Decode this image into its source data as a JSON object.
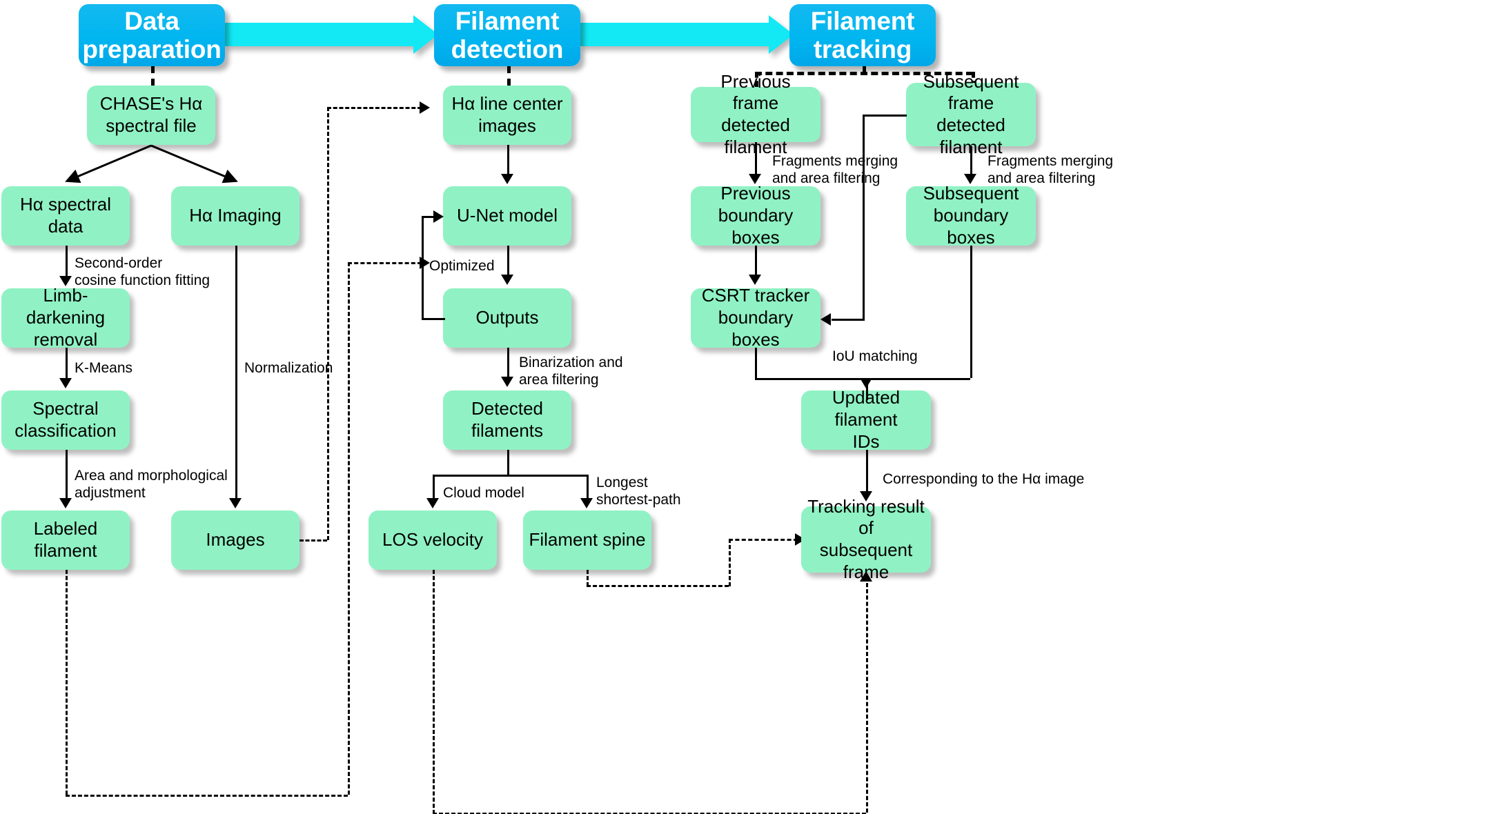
{
  "diagram": {
    "title": "Filament detection and tracking pipeline",
    "colors": {
      "stage_blue": "#00b6f0",
      "node_green": "#90f2c4",
      "arrow_cyan": "#12e9f5",
      "line_black": "#000000",
      "background": "#ffffff"
    }
  },
  "stages": [
    {
      "id": "data-preparation",
      "label": "Data\npreparation"
    },
    {
      "id": "filament-detection",
      "label": "Filament\ndetection"
    },
    {
      "id": "filament-tracking",
      "label": "Filament\ntracking"
    }
  ],
  "column_data_preparation": {
    "nodes": [
      {
        "id": "chase-spectral-file",
        "label": "CHASE's Hα\nspectral file"
      },
      {
        "id": "ha-spectral-data",
        "label": "Hα spectral data"
      },
      {
        "id": "ha-imaging",
        "label": "Hα Imaging"
      },
      {
        "id": "limb-darkening-removal",
        "label": "Limb-darkening\nremoval"
      },
      {
        "id": "spectral-classification",
        "label": "Spectral\nclassification"
      },
      {
        "id": "labeled-filament",
        "label": "Labeled filament"
      },
      {
        "id": "images",
        "label": "Images"
      }
    ],
    "edge_labels": [
      {
        "id": "second-order-cosine",
        "label": "Second-order\ncosine function fitting"
      },
      {
        "id": "k-means",
        "label": "K-Means"
      },
      {
        "id": "area-morphological",
        "label": "Area and morphological\nadjustment"
      },
      {
        "id": "normalization",
        "label": "Normalization"
      }
    ]
  },
  "column_filament_detection": {
    "nodes": [
      {
        "id": "ha-line-center-images",
        "label": "Hα line center\nimages"
      },
      {
        "id": "u-net-model",
        "label": "U-Net model"
      },
      {
        "id": "outputs",
        "label": "Outputs"
      },
      {
        "id": "detected-filaments",
        "label": "Detected\nfilaments"
      },
      {
        "id": "los-velocity",
        "label": "LOS velocity"
      },
      {
        "id": "filament-spine",
        "label": "Filament spine"
      }
    ],
    "edge_labels": [
      {
        "id": "optimized",
        "label": "Optimized"
      },
      {
        "id": "binarization-area",
        "label": "Binarization and\narea filtering"
      },
      {
        "id": "cloud-model",
        "label": "Cloud model"
      },
      {
        "id": "longest-shortest-path",
        "label": "Longest\nshortest-path"
      }
    ]
  },
  "column_filament_tracking": {
    "nodes": [
      {
        "id": "previous-frame-detected-filament",
        "label": "Previous frame\ndetected filament"
      },
      {
        "id": "subsequent-frame-detected-filament",
        "label": "Subsequent\nframe\ndetected filament"
      },
      {
        "id": "previous-boundary-boxes",
        "label": "Previous\nboundary boxes"
      },
      {
        "id": "subsequent-boundary-boxes",
        "label": "Subsequent\nboundary boxes"
      },
      {
        "id": "csrt-tracker-boundary-boxes",
        "label": "CSRT tracker\nboundary boxes"
      },
      {
        "id": "updated-filament-ids",
        "label": "Updated filament\nIDs"
      },
      {
        "id": "tracking-result-subsequent-frame",
        "label": "Tracking result of\nsubsequent\nframe"
      }
    ],
    "edge_labels": [
      {
        "id": "fragments-merging-left",
        "label": "Fragments merging\nand area filtering"
      },
      {
        "id": "fragments-merging-right",
        "label": "Fragments merging\nand area filtering"
      },
      {
        "id": "iou-matching",
        "label": "IoU matching"
      },
      {
        "id": "corresponding-ha-image",
        "label": "Corresponding to the Hα image"
      }
    ]
  }
}
